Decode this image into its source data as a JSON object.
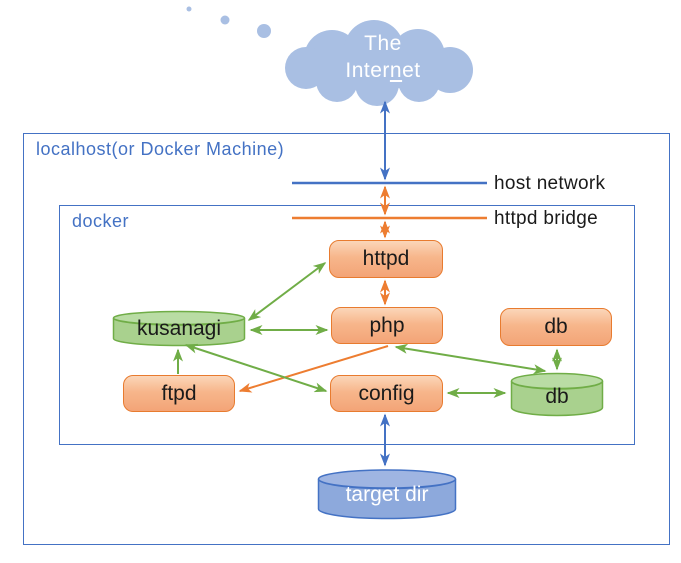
{
  "cloud": {
    "line1": "The",
    "line2_pre": "Inter",
    "line2_underlined": "n",
    "line2_post": "et"
  },
  "outer_box": {
    "label": "localhost(or Docker Machine)"
  },
  "docker_box": {
    "label": "docker"
  },
  "network_lines": {
    "host_network": "host network",
    "httpd_bridge": "httpd bridge"
  },
  "nodes": {
    "httpd": "httpd",
    "php": "php",
    "db_container": "db",
    "kusanagi": "kusanagi",
    "ftpd": "ftpd",
    "config": "config",
    "db_volume": "db",
    "target_dir": "target dir"
  },
  "colors": {
    "blue": "#4472c4",
    "orange": "#ed7d31",
    "green": "#70ad47",
    "cloud_fill": "#a9bfe3",
    "orange_node_fill": "#f5ab7c",
    "orange_node_border": "#e87b2f",
    "green_node_fill": "#a9d18e",
    "blue_node_fill": "#8da9dc",
    "label_text": "#1a1a1a"
  }
}
